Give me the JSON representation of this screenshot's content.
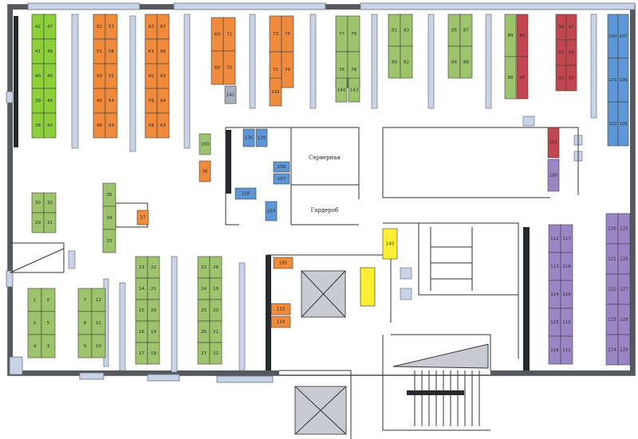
{
  "colors": {
    "green": "#8ccf3a",
    "lightgreen": "#9dc46c",
    "orange": "#f08a3c",
    "red": "#e53a34",
    "maroon": "#c2464f",
    "purple": "#9a86c4",
    "blue": "#5d97d6",
    "yellow": "#ffee33",
    "gray": "#a7b0bd"
  },
  "rooms": {
    "server": "Серверная",
    "wardrobe": "Гардероб"
  },
  "blocks": [
    {
      "color": "green",
      "cols": [
        [
          "42",
          "41",
          "40",
          "39",
          "38"
        ],
        [
          "47",
          "46",
          "45",
          "44",
          "43"
        ]
      ]
    },
    {
      "color": "orange",
      "cols": [
        [
          "52",
          "51",
          "50",
          "49",
          "48"
        ],
        [
          "57",
          "56",
          "55",
          "54",
          "53"
        ]
      ]
    },
    {
      "color": "orange",
      "cols": [
        [
          "62",
          "61",
          "60",
          "59",
          "58"
        ],
        [
          "67",
          "66",
          "65",
          "64",
          "63"
        ]
      ]
    },
    {
      "color": "orange",
      "cols": [
        [
          "69",
          "68"
        ],
        [
          "71",
          "70"
        ]
      ]
    },
    {
      "color": "orange",
      "cols": [
        [
          "73",
          "72"
        ],
        [
          "75",
          "74"
        ]
      ]
    },
    {
      "color": "lightgreen",
      "cols": [
        [
          "77",
          "76"
        ],
        [
          "79",
          "78"
        ]
      ]
    },
    {
      "color": "lightgreen",
      "cols": [
        [
          "81",
          "80"
        ],
        [
          "83",
          "82"
        ]
      ]
    },
    {
      "color": "lightgreen",
      "cols": [
        [
          "85",
          "84"
        ],
        [
          "87",
          "86"
        ]
      ]
    },
    {
      "color": "lightgreen",
      "cols": [
        [
          "89",
          "88"
        ]
      ]
    },
    {
      "color": "maroon",
      "cols": [
        [
          "91",
          "90"
        ]
      ]
    },
    {
      "color": "maroon",
      "cols": [
        [
          "94",
          "93",
          "92"
        ],
        [
          "97",
          "96",
          "95"
        ]
      ]
    },
    {
      "color": "blue",
      "cols": [
        [
          "100",
          "101",
          "102"
        ],
        [
          "107",
          "106",
          "105"
        ]
      ]
    },
    {
      "color": "lightgreen",
      "cols": [
        [
          "30",
          "29"
        ],
        [
          "32",
          "31"
        ]
      ]
    },
    {
      "color": "lightgreen",
      "cols": [
        [
          "35",
          "34",
          "33"
        ]
      ]
    },
    {
      "color": "lightgreen",
      "cols": [
        [
          "1",
          "2",
          "4"
        ],
        [
          "6",
          "5",
          "3"
        ]
      ]
    },
    {
      "color": "lightgreen",
      "cols": [
        [
          "7",
          "8",
          "9"
        ],
        [
          "12",
          "11",
          "10"
        ]
      ]
    },
    {
      "color": "lightgreen",
      "cols": [
        [
          "13",
          "14",
          "15",
          "16",
          "17"
        ],
        [
          "22",
          "21",
          "20",
          "19",
          "18"
        ]
      ]
    },
    {
      "color": "lightgreen",
      "cols": [
        [
          "23",
          "24",
          "25",
          "26",
          "27"
        ],
        [
          "28",
          "19",
          "20",
          "21",
          "22"
        ]
      ]
    },
    {
      "color": "purple",
      "cols": [
        [
          "112",
          "113",
          "114",
          "115",
          "116"
        ],
        [
          "117",
          "118",
          "119",
          "110",
          "111"
        ]
      ]
    },
    {
      "color": "purple",
      "cols": [
        [
          "120",
          "121",
          "122",
          "123",
          "124"
        ],
        [
          "125",
          "126",
          "127",
          "128",
          "129"
        ]
      ]
    }
  ],
  "single_desks": [
    {
      "id": "136",
      "color": "blue"
    },
    {
      "id": "138",
      "color": "blue"
    },
    {
      "id": "156",
      "color": "blue"
    },
    {
      "id": "157",
      "color": "blue"
    },
    {
      "id": "158",
      "color": "blue"
    },
    {
      "id": "159",
      "color": "blue"
    },
    {
      "id": "160",
      "color": "lightgreen"
    },
    {
      "id": "36",
      "color": "orange"
    },
    {
      "id": "37",
      "color": "orange"
    },
    {
      "id": "181",
      "color": "maroon"
    },
    {
      "id": "180",
      "color": "purple"
    },
    {
      "id": "185",
      "color": "orange"
    },
    {
      "id": "133",
      "color": "orange"
    },
    {
      "id": "134",
      "color": "orange"
    },
    {
      "id": "140",
      "color": "yellow"
    },
    {
      "id": "141",
      "color": "gray"
    },
    {
      "id": "142",
      "color": "orange"
    },
    {
      "id": "143",
      "color": "lightgreen"
    },
    {
      "id": "144",
      "color": "lightgreen"
    }
  ]
}
